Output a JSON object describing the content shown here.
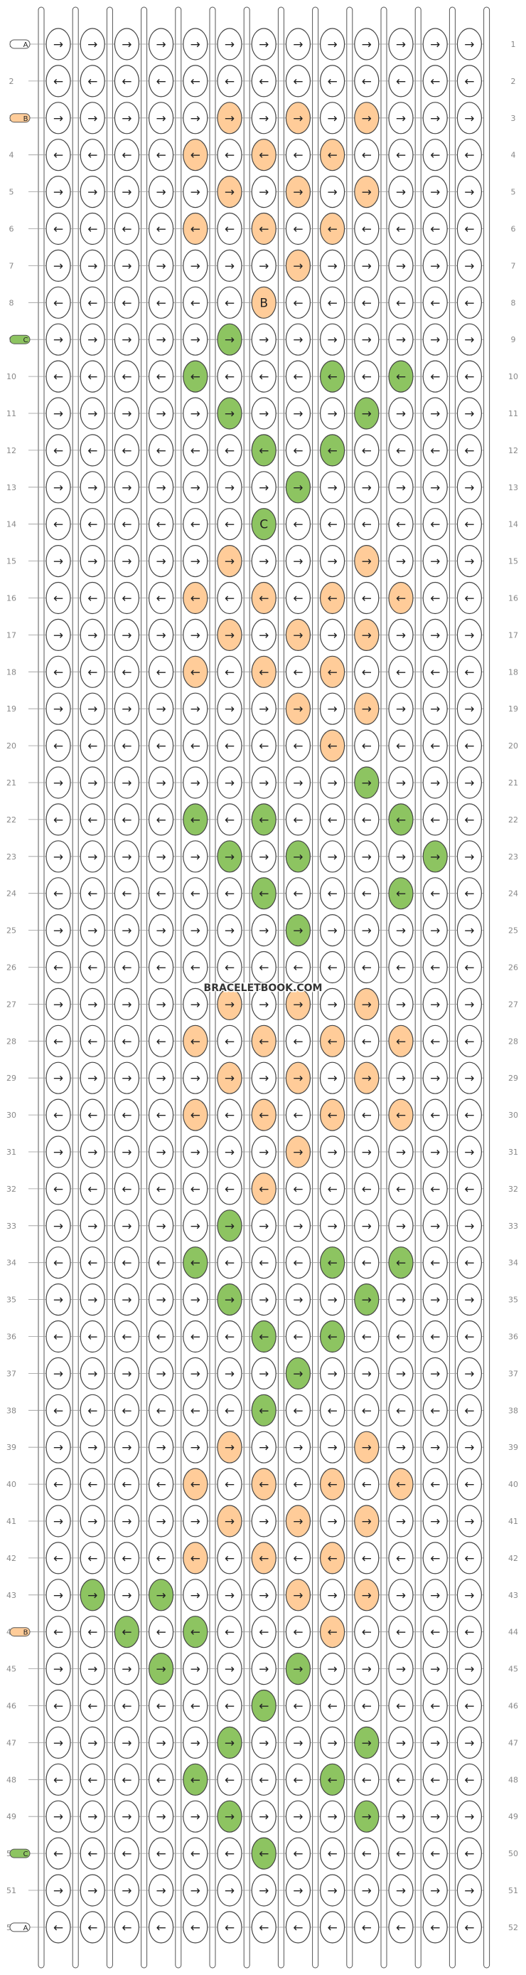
{
  "watermark": "BRACELETBOOK.COM",
  "colors": {
    "A": "#ffffff",
    "B": "#ffcc99",
    "C": "#8dc461",
    "outline": "#444444",
    "string_stroke": "#333333",
    "row_number": "#888888",
    "arrow": "#222222"
  },
  "start_strings": [
    {
      "row": 1,
      "letter": "A",
      "color": "A"
    },
    {
      "row": 3,
      "letter": "B",
      "color": "B"
    },
    {
      "row": 9,
      "letter": "C",
      "color": "C"
    }
  ],
  "end_strings": [
    {
      "row": 44,
      "letter": "B",
      "color": "B"
    },
    {
      "row": 50,
      "letter": "C",
      "color": "C"
    },
    {
      "row": 52,
      "letter": "A",
      "color": "A"
    }
  ],
  "rows": [
    {
      "n": 1,
      "cols": [
        1,
        3,
        5,
        7,
        9,
        11
      ],
      "knots": [
        "→",
        "→",
        "→",
        "→",
        "→",
        "→"
      ],
      "colors": [
        "A",
        "A",
        "A",
        "A",
        "A",
        "A"
      ]
    },
    {
      "n": 2,
      "cols": [
        0,
        2,
        4,
        6,
        8,
        10,
        12
      ],
      "knots": [
        "←",
        "←",
        "←",
        "←",
        "←",
        "←",
        "←"
      ],
      "colors": [
        "A",
        "A",
        "A",
        "A",
        "A",
        "A",
        "A"
      ]
    },
    {
      "n": 3,
      "cols": [
        1,
        3,
        5,
        7,
        9,
        11
      ],
      "knots": [
        "→",
        "→",
        "→",
        "→",
        "→",
        "→"
      ],
      "colors": [
        "A",
        "A",
        "B",
        "B",
        "B",
        "A"
      ]
    },
    {
      "n": 4,
      "cols": [
        0,
        2,
        4,
        6,
        8,
        10,
        12
      ],
      "knots": [
        "←",
        "←",
        "←",
        "←",
        "←",
        "←",
        "←"
      ],
      "colors": [
        "A",
        "A",
        "B",
        "B",
        "B",
        "A",
        "A"
      ]
    },
    {
      "n": 5,
      "cols": [
        1,
        3,
        5,
        7,
        9,
        11
      ],
      "knots": [
        "→",
        "→",
        "→",
        "→",
        "→",
        "→"
      ],
      "colors": [
        "A",
        "A",
        "B",
        "B",
        "B",
        "A"
      ]
    },
    {
      "n": 6,
      "cols": [
        0,
        2,
        4,
        6,
        8,
        10,
        12
      ],
      "knots": [
        "←",
        "←",
        "←",
        "←",
        "←",
        "←",
        "←"
      ],
      "colors": [
        "A",
        "A",
        "B",
        "B",
        "B",
        "A",
        "A"
      ]
    },
    {
      "n": 7,
      "cols": [
        1,
        3,
        5,
        7,
        9,
        11
      ],
      "knots": [
        "→",
        "→",
        "→",
        "→",
        "→",
        "→"
      ],
      "colors": [
        "A",
        "A",
        "A",
        "B",
        "A",
        "A"
      ]
    },
    {
      "n": 8,
      "cols": [
        0,
        2,
        4,
        6,
        8,
        10,
        12
      ],
      "knots": [
        "←",
        "←",
        "←",
        "B",
        "←",
        "←",
        "←"
      ],
      "colors": [
        "A",
        "A",
        "A",
        "B",
        "A",
        "A",
        "A"
      ]
    },
    {
      "n": 9,
      "cols": [
        1,
        3,
        5,
        7,
        9,
        11
      ],
      "knots": [
        "→",
        "→",
        "→",
        "→",
        "→",
        "→"
      ],
      "colors": [
        "A",
        "A",
        "C",
        "A",
        "A",
        "A"
      ]
    },
    {
      "n": 10,
      "cols": [
        0,
        2,
        4,
        6,
        8,
        10,
        12
      ],
      "knots": [
        "←",
        "←",
        "←",
        "←",
        "←",
        "←",
        "←"
      ],
      "colors": [
        "A",
        "A",
        "C",
        "A",
        "C",
        "C",
        "A"
      ]
    },
    {
      "n": 11,
      "cols": [
        1,
        3,
        5,
        7,
        9,
        11
      ],
      "knots": [
        "→",
        "→",
        "→",
        "→",
        "→",
        "→"
      ],
      "colors": [
        "A",
        "A",
        "C",
        "A",
        "C",
        "A"
      ]
    },
    {
      "n": 12,
      "cols": [
        0,
        2,
        4,
        6,
        8,
        10,
        12
      ],
      "knots": [
        "←",
        "←",
        "←",
        "←",
        "←",
        "←",
        "←"
      ],
      "colors": [
        "A",
        "A",
        "A",
        "C",
        "C",
        "A",
        "A"
      ]
    },
    {
      "n": 13,
      "cols": [
        1,
        3,
        5,
        7,
        9,
        11
      ],
      "knots": [
        "→",
        "→",
        "→",
        "→",
        "→",
        "→"
      ],
      "colors": [
        "A",
        "A",
        "A",
        "C",
        "A",
        "A"
      ]
    },
    {
      "n": 14,
      "cols": [
        0,
        2,
        4,
        6,
        8,
        10,
        12
      ],
      "knots": [
        "←",
        "←",
        "←",
        "C",
        "←",
        "←",
        "←"
      ],
      "colors": [
        "A",
        "A",
        "A",
        "C",
        "A",
        "A",
        "A"
      ]
    },
    {
      "n": 15,
      "cols": [
        1,
        3,
        5,
        7,
        9,
        11
      ],
      "knots": [
        "→",
        "→",
        "→",
        "→",
        "→",
        "→"
      ],
      "colors": [
        "A",
        "A",
        "B",
        "A",
        "B",
        "A"
      ]
    },
    {
      "n": 16,
      "cols": [
        0,
        2,
        4,
        6,
        8,
        10,
        12
      ],
      "knots": [
        "←",
        "←",
        "←",
        "←",
        "←",
        "←",
        "←"
      ],
      "colors": [
        "A",
        "A",
        "B",
        "B",
        "B",
        "B",
        "A"
      ]
    },
    {
      "n": 17,
      "cols": [
        1,
        3,
        5,
        7,
        9,
        11
      ],
      "knots": [
        "→",
        "→",
        "→",
        "→",
        "→",
        "→"
      ],
      "colors": [
        "A",
        "A",
        "B",
        "B",
        "B",
        "A"
      ]
    },
    {
      "n": 18,
      "cols": [
        0,
        2,
        4,
        6,
        8,
        10,
        12
      ],
      "knots": [
        "←",
        "←",
        "←",
        "←",
        "←",
        "←",
        "←"
      ],
      "colors": [
        "A",
        "A",
        "B",
        "B",
        "B",
        "A",
        "A"
      ]
    },
    {
      "n": 19,
      "cols": [
        1,
        3,
        5,
        7,
        9,
        11
      ],
      "knots": [
        "→",
        "→",
        "→",
        "→",
        "→",
        "→"
      ],
      "colors": [
        "A",
        "A",
        "A",
        "B",
        "B",
        "A"
      ]
    },
    {
      "n": 20,
      "cols": [
        0,
        2,
        4,
        6,
        8,
        10,
        12
      ],
      "knots": [
        "←",
        "←",
        "←",
        "←",
        "←",
        "←",
        "←"
      ],
      "colors": [
        "A",
        "A",
        "A",
        "A",
        "B",
        "A",
        "A"
      ]
    },
    {
      "n": 21,
      "cols": [
        1,
        3,
        5,
        7,
        9,
        11
      ],
      "knots": [
        "→",
        "→",
        "→",
        "→",
        "→",
        "→"
      ],
      "colors": [
        "A",
        "A",
        "A",
        "A",
        "C",
        "A"
      ]
    },
    {
      "n": 22,
      "cols": [
        0,
        2,
        4,
        6,
        8,
        10,
        12
      ],
      "knots": [
        "←",
        "←",
        "←",
        "←",
        "←",
        "←",
        "←"
      ],
      "colors": [
        "A",
        "A",
        "C",
        "C",
        "A",
        "C",
        "A"
      ]
    },
    {
      "n": 23,
      "cols": [
        1,
        3,
        5,
        7,
        9,
        11
      ],
      "knots": [
        "→",
        "→",
        "→",
        "→",
        "→",
        "→"
      ],
      "colors": [
        "A",
        "A",
        "C",
        "C",
        "A",
        "C"
      ]
    },
    {
      "n": 24,
      "cols": [
        0,
        2,
        4,
        6,
        8,
        10,
        12
      ],
      "knots": [
        "←",
        "←",
        "←",
        "←",
        "←",
        "←",
        "←"
      ],
      "colors": [
        "A",
        "A",
        "A",
        "C",
        "A",
        "C",
        "A"
      ]
    },
    {
      "n": 25,
      "cols": [
        1,
        3,
        5,
        7,
        9,
        11
      ],
      "knots": [
        "→",
        "→",
        "→",
        "→",
        "→",
        "→"
      ],
      "colors": [
        "A",
        "A",
        "A",
        "C",
        "A",
        "A"
      ]
    },
    {
      "n": 26,
      "cols": [
        0,
        2,
        4,
        6,
        8,
        10,
        12
      ],
      "knots": [
        "←",
        "←",
        "←",
        "←",
        "←",
        "←",
        "←"
      ],
      "colors": [
        "A",
        "A",
        "A",
        "A",
        "A",
        "A",
        "A"
      ]
    },
    {
      "n": 27,
      "cols": [
        1,
        3,
        5,
        7,
        9,
        11
      ],
      "knots": [
        "→",
        "→",
        "→",
        "→",
        "→",
        "→"
      ],
      "colors": [
        "A",
        "A",
        "B",
        "B",
        "B",
        "A"
      ]
    },
    {
      "n": 28,
      "cols": [
        0,
        2,
        4,
        6,
        8,
        10,
        12
      ],
      "knots": [
        "←",
        "←",
        "←",
        "←",
        "←",
        "←",
        "←"
      ],
      "colors": [
        "A",
        "A",
        "B",
        "B",
        "B",
        "B",
        "A"
      ]
    },
    {
      "n": 29,
      "cols": [
        1,
        3,
        5,
        7,
        9,
        11
      ],
      "knots": [
        "→",
        "→",
        "→",
        "→",
        "→",
        "→"
      ],
      "colors": [
        "A",
        "A",
        "B",
        "B",
        "B",
        "A"
      ]
    },
    {
      "n": 30,
      "cols": [
        0,
        2,
        4,
        6,
        8,
        10,
        12
      ],
      "knots": [
        "←",
        "←",
        "←",
        "←",
        "←",
        "←",
        "←"
      ],
      "colors": [
        "A",
        "A",
        "B",
        "B",
        "B",
        "B",
        "A"
      ]
    },
    {
      "n": 31,
      "cols": [
        1,
        3,
        5,
        7,
        9,
        11
      ],
      "knots": [
        "→",
        "→",
        "→",
        "→",
        "→",
        "→"
      ],
      "colors": [
        "A",
        "A",
        "A",
        "B",
        "A",
        "A"
      ]
    },
    {
      "n": 32,
      "cols": [
        0,
        2,
        4,
        6,
        8,
        10,
        12
      ],
      "knots": [
        "←",
        "←",
        "←",
        "←",
        "←",
        "←",
        "←"
      ],
      "colors": [
        "A",
        "A",
        "A",
        "B",
        "A",
        "A",
        "A"
      ]
    },
    {
      "n": 33,
      "cols": [
        1,
        3,
        5,
        7,
        9,
        11
      ],
      "knots": [
        "→",
        "→",
        "→",
        "→",
        "→",
        "→"
      ],
      "colors": [
        "A",
        "A",
        "C",
        "A",
        "A",
        "A"
      ]
    },
    {
      "n": 34,
      "cols": [
        0,
        2,
        4,
        6,
        8,
        10,
        12
      ],
      "knots": [
        "←",
        "←",
        "←",
        "←",
        "←",
        "←",
        "←"
      ],
      "colors": [
        "A",
        "A",
        "C",
        "A",
        "C",
        "C",
        "A"
      ]
    },
    {
      "n": 35,
      "cols": [
        1,
        3,
        5,
        7,
        9,
        11
      ],
      "knots": [
        "→",
        "→",
        "→",
        "→",
        "→",
        "→"
      ],
      "colors": [
        "A",
        "A",
        "C",
        "A",
        "C",
        "A"
      ]
    },
    {
      "n": 36,
      "cols": [
        0,
        2,
        4,
        6,
        8,
        10,
        12
      ],
      "knots": [
        "←",
        "←",
        "←",
        "←",
        "←",
        "←",
        "←"
      ],
      "colors": [
        "A",
        "A",
        "A",
        "C",
        "C",
        "A",
        "A"
      ]
    },
    {
      "n": 37,
      "cols": [
        1,
        3,
        5,
        7,
        9,
        11
      ],
      "knots": [
        "→",
        "→",
        "→",
        "→",
        "→",
        "→"
      ],
      "colors": [
        "A",
        "A",
        "A",
        "C",
        "A",
        "A"
      ]
    },
    {
      "n": 38,
      "cols": [
        0,
        2,
        4,
        6,
        8,
        10,
        12
      ],
      "knots": [
        "←",
        "←",
        "←",
        "←",
        "←",
        "←",
        "←"
      ],
      "colors": [
        "A",
        "A",
        "A",
        "C",
        "A",
        "A",
        "A"
      ]
    },
    {
      "n": 39,
      "cols": [
        1,
        3,
        5,
        7,
        9,
        11
      ],
      "knots": [
        "→",
        "→",
        "→",
        "→",
        "→",
        "→"
      ],
      "colors": [
        "A",
        "A",
        "B",
        "A",
        "B",
        "A"
      ]
    },
    {
      "n": 40,
      "cols": [
        0,
        2,
        4,
        6,
        8,
        10,
        12
      ],
      "knots": [
        "←",
        "←",
        "←",
        "←",
        "←",
        "←",
        "←"
      ],
      "colors": [
        "A",
        "A",
        "B",
        "B",
        "B",
        "B",
        "A"
      ]
    },
    {
      "n": 41,
      "cols": [
        1,
        3,
        5,
        7,
        9,
        11
      ],
      "knots": [
        "→",
        "→",
        "→",
        "→",
        "→",
        "→"
      ],
      "colors": [
        "A",
        "A",
        "B",
        "B",
        "B",
        "A"
      ]
    },
    {
      "n": 42,
      "cols": [
        0,
        2,
        4,
        6,
        8,
        10,
        12
      ],
      "knots": [
        "←",
        "←",
        "←",
        "←",
        "←",
        "←",
        "←"
      ],
      "colors": [
        "A",
        "A",
        "B",
        "B",
        "B",
        "A",
        "A"
      ]
    },
    {
      "n": 43,
      "cols": [
        1,
        3,
        5,
        7,
        9,
        11
      ],
      "knots": [
        "→",
        "→",
        "→",
        "→",
        "→",
        "→"
      ],
      "colors": [
        "C",
        "C",
        "A",
        "B",
        "B",
        "A"
      ]
    },
    {
      "n": 44,
      "cols": [
        0,
        2,
        4,
        6,
        8,
        10,
        12
      ],
      "knots": [
        "←",
        "←",
        "←",
        "←",
        "←",
        "←",
        "←"
      ],
      "colors": [
        "A",
        "C",
        "C",
        "A",
        "B",
        "A",
        "A"
      ]
    },
    {
      "n": 45,
      "cols": [
        1,
        3,
        5,
        7,
        9,
        11
      ],
      "knots": [
        "→",
        "→",
        "→",
        "→",
        "→",
        "→"
      ],
      "colors": [
        "A",
        "C",
        "A",
        "C",
        "A",
        "A"
      ]
    },
    {
      "n": 46,
      "cols": [
        0,
        2,
        4,
        6,
        8,
        10,
        12
      ],
      "knots": [
        "←",
        "←",
        "←",
        "←",
        "←",
        "←",
        "←"
      ],
      "colors": [
        "A",
        "A",
        "A",
        "C",
        "A",
        "A",
        "A"
      ]
    },
    {
      "n": 47,
      "cols": [
        1,
        3,
        5,
        7,
        9,
        11
      ],
      "knots": [
        "→",
        "→",
        "→",
        "→",
        "→",
        "→"
      ],
      "colors": [
        "A",
        "A",
        "C",
        "A",
        "C",
        "A"
      ]
    },
    {
      "n": 48,
      "cols": [
        0,
        2,
        4,
        6,
        8,
        10,
        12
      ],
      "knots": [
        "←",
        "←",
        "←",
        "←",
        "←",
        "←",
        "←"
      ],
      "colors": [
        "A",
        "A",
        "C",
        "A",
        "C",
        "A",
        "A"
      ]
    },
    {
      "n": 49,
      "cols": [
        1,
        3,
        5,
        7,
        9,
        11
      ],
      "knots": [
        "→",
        "→",
        "→",
        "→",
        "→",
        "→"
      ],
      "colors": [
        "A",
        "A",
        "C",
        "A",
        "C",
        "A"
      ]
    },
    {
      "n": 50,
      "cols": [
        0,
        2,
        4,
        6,
        8,
        10,
        12
      ],
      "knots": [
        "←",
        "←",
        "←",
        "←",
        "←",
        "←",
        "←"
      ],
      "colors": [
        "A",
        "A",
        "A",
        "C",
        "A",
        "A",
        "A"
      ]
    },
    {
      "n": 51,
      "cols": [
        1,
        3,
        5,
        7,
        9,
        11
      ],
      "knots": [
        "→",
        "→",
        "→",
        "→",
        "→",
        "→"
      ],
      "colors": [
        "A",
        "A",
        "A",
        "A",
        "A",
        "A"
      ]
    },
    {
      "n": 52,
      "cols": [
        0,
        2,
        4,
        6,
        8,
        10,
        12
      ],
      "knots": [
        "←",
        "←",
        "←",
        "←",
        "←",
        "←",
        "←"
      ],
      "colors": [
        "A",
        "A",
        "A",
        "A",
        "A",
        "A",
        "A"
      ]
    }
  ]
}
